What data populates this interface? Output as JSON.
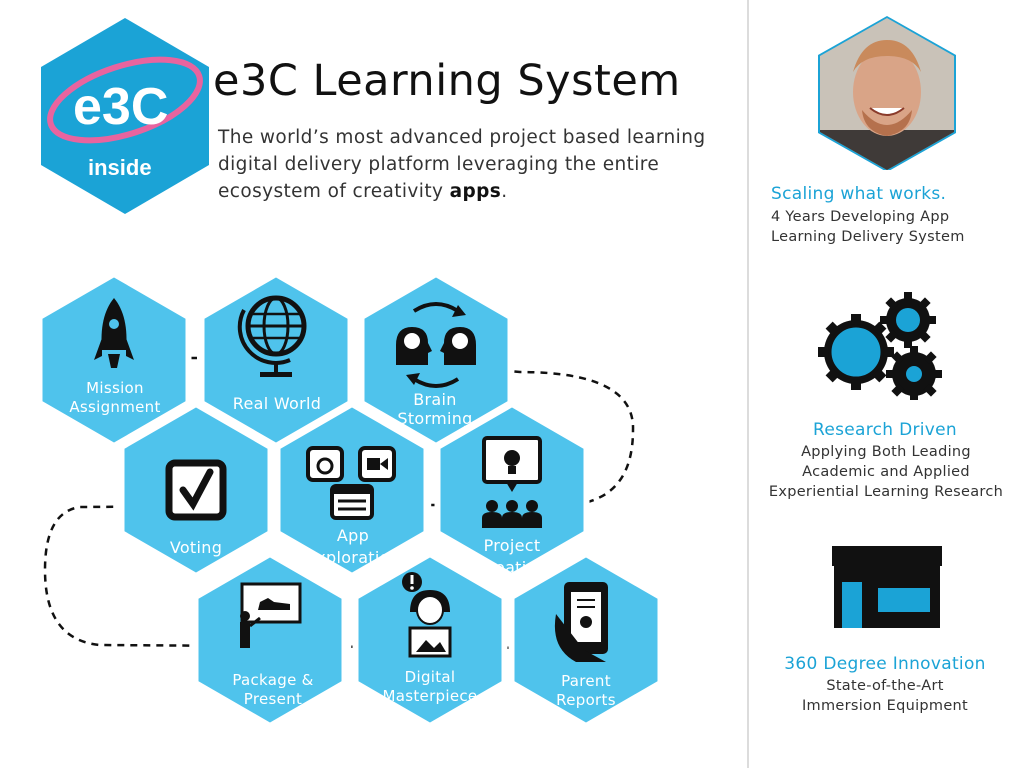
{
  "header": {
    "logo_text": "e3C",
    "logo_sub": "inside",
    "title": "e3C Learning System",
    "subtitle_pre": "The world’s most advanced project based learning digital delivery platform leveraging the entire ecosystem of creativity ",
    "subtitle_bold": "apps",
    "subtitle_post": "."
  },
  "features": [
    {
      "heading": "Scaling what works.",
      "lines": [
        "4 Years Developing App",
        "Learning Delivery System"
      ],
      "icon": "portrait-photo"
    },
    {
      "heading": "Research Driven",
      "lines": [
        "Applying Both Leading",
        "Academic and Applied",
        "Experiential Learning Research"
      ],
      "icon": "gears-icon"
    },
    {
      "heading": "360 Degree Innovation",
      "lines": [
        "State-of-the-Art",
        "Immersion Equipment"
      ],
      "icon": "storefront-icon"
    }
  ],
  "hexes": [
    {
      "label": "Mission\nAssignment",
      "icon": "rocket-icon"
    },
    {
      "label": "Real World",
      "icon": "globe-icon"
    },
    {
      "label": "Brain\nStorming",
      "icon": "brainstorm-icon"
    },
    {
      "label": "Voting",
      "icon": "checkbox-icon"
    },
    {
      "label": "App\nExploration",
      "icon": "apps-icon"
    },
    {
      "label": "Project\nCreation",
      "icon": "presentation-icon"
    },
    {
      "label": "Package &\nPresent",
      "icon": "presenter-icon"
    },
    {
      "label": "Digital\nMasterpiece",
      "icon": "artist-icon"
    },
    {
      "label": "Parent\nReports",
      "icon": "tablet-certificate-icon"
    }
  ],
  "colors": {
    "accent": "#1ba3d6",
    "hex_fill": "#4fc3ec",
    "logo_pink": "#e8649f"
  }
}
